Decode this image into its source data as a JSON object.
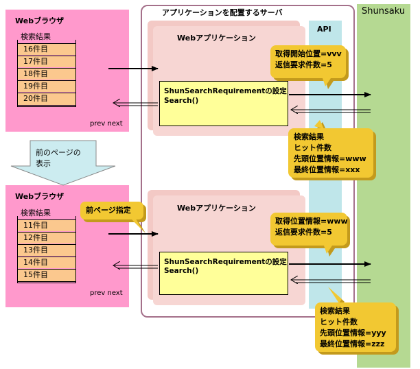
{
  "top_browser": {
    "title": "Webブラウザ",
    "results_label": "検索結果",
    "rows": [
      "16件目",
      "17件目",
      "18件目",
      "19件目",
      "20件目"
    ],
    "nav": "prev next"
  },
  "prev_page_arrow": {
    "line1": "前のページの",
    "line2": "表示"
  },
  "bottom_browser": {
    "title": "Webブラウザ",
    "results_label": "検索結果",
    "rows": [
      "11件目",
      "12件目",
      "13件目",
      "14件目",
      "15件目"
    ],
    "nav": "prev next"
  },
  "prev_page_callout": "前ページ指定",
  "server": {
    "title": "アプリケーションを配置するサーバ"
  },
  "api_label": "API",
  "shunsaku_label": "Shunsaku",
  "top_app": {
    "title": "Webアプリケーション",
    "code_line1": "ShunSearchRequirementの設定",
    "code_line2": "Search()"
  },
  "bottom_app": {
    "title": "Webアプリケーション",
    "code_line1": "ShunSearchRequirementの設定",
    "code_line2": "Search()"
  },
  "callout_req_top": {
    "line1": "取得開始位置=vvv",
    "line2": "返信要求件数=5"
  },
  "callout_res_top": {
    "line1": "検索結果",
    "line2": "ヒット件数",
    "line3": "先頭位置情報=www",
    "line4": "最終位置情報=xxx"
  },
  "callout_req_bottom": {
    "line1": "取得位置情報=www",
    "line2": "返信要求件数=5"
  },
  "callout_res_bottom": {
    "line1": "検索結果",
    "line2": "ヒット件数",
    "line3": "先頭位置情報=yyy",
    "line4": "最終位置情報=zzz"
  },
  "colors": {
    "browser": "#ff99cc",
    "result_rows": "#fbc88e",
    "server_border": "#a4708a",
    "api": "#bfe6ea",
    "shunsaku": "#b5d992",
    "webapp": "#f7d6d3",
    "code_box": "#ffff99",
    "callout": "#f2c832"
  }
}
